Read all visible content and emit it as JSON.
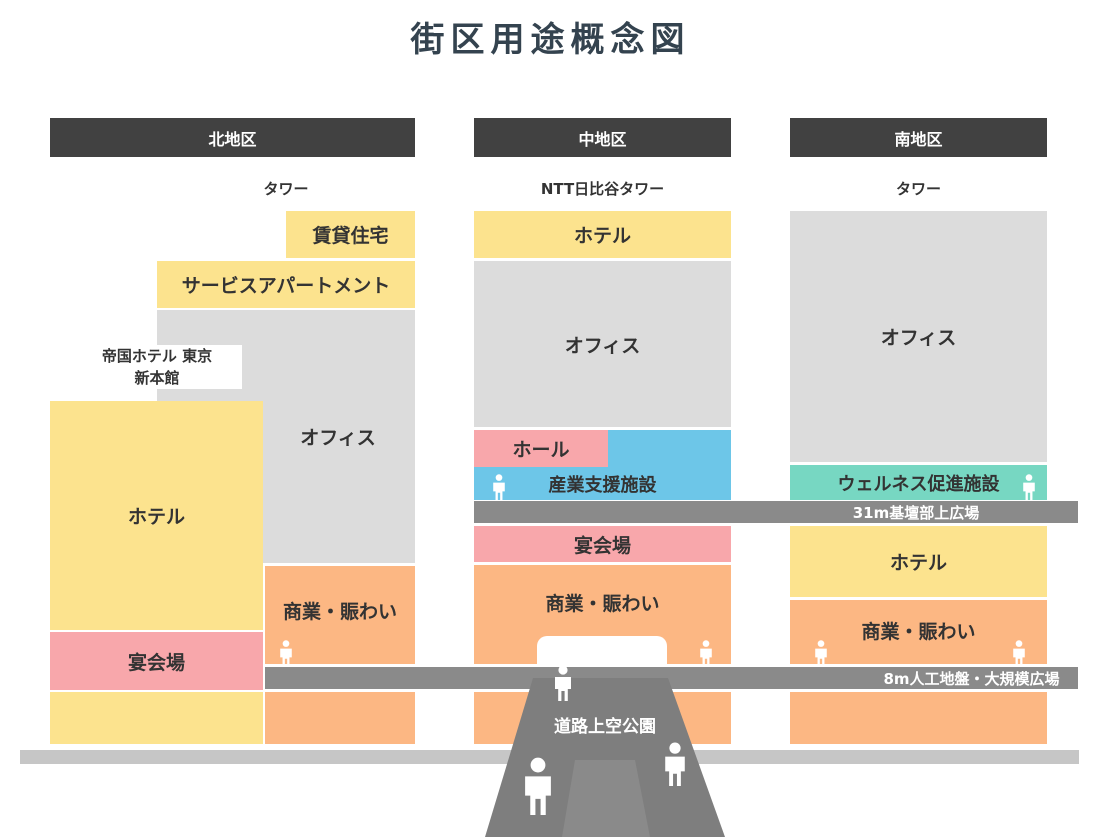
{
  "title": "街区用途概念図",
  "districts": {
    "north": {
      "header": "北地区",
      "tower_label": "タワー",
      "imperial_label": "帝国ホテル 東京\n新本館",
      "rental_housing": "賃貸住宅",
      "serviced_apartment": "サービスアパートメント",
      "office": "オフィス",
      "hotel": "ホテル",
      "banquet": "宴会場",
      "commercial": "商業・賑わい"
    },
    "center": {
      "header": "中地区",
      "tower_label": "NTT日比谷タワー",
      "hotel": "ホテル",
      "office": "オフィス",
      "hall": "ホール",
      "industry_support": "産業支援施設",
      "banquet": "宴会場",
      "commercial": "商業・賑わい"
    },
    "south": {
      "header": "南地区",
      "tower_label": "タワー",
      "office": "オフィス",
      "wellness": "ウェルネス促進施設",
      "hotel": "ホテル",
      "commercial": "商業・賑わい"
    }
  },
  "bars": {
    "podium_31m": "31m基壇部上広場",
    "deck_8m": "8m人工地盤・大規模広場"
  },
  "road_park": "道路上空公園",
  "colors": {
    "header": "#414141",
    "yellow": "#fce38e",
    "gray": "#dcdcdc",
    "orange": "#fcb783",
    "pink": "#f8a7ab",
    "blue": "#6dc6e8",
    "teal": "#77d7c2",
    "bar": "#8a8a8a"
  }
}
